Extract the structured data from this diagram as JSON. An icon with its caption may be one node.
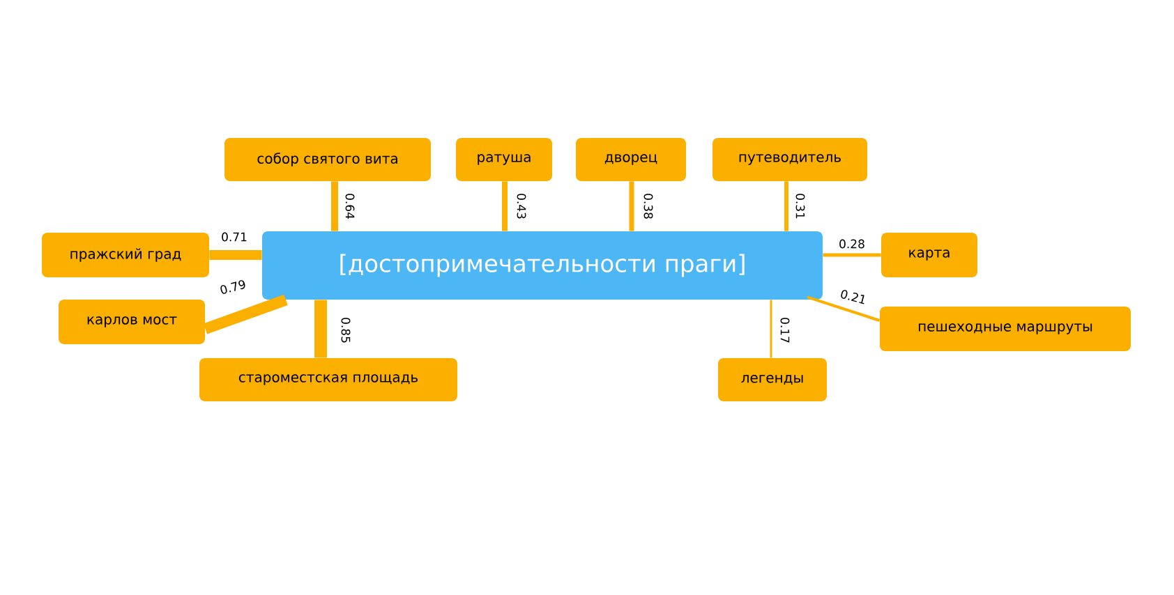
{
  "diagram": {
    "nodes": [
      {
        "text": [
          "[достопримечательности праги]"
        ]
      },
      {
        "text": [
          "собор святого вита"
        ]
      },
      {
        "text": [
          "ратуша"
        ]
      },
      {
        "text": [
          "дворец"
        ]
      },
      {
        "text": [
          "путеводитель"
        ]
      },
      {
        "text": [
          "пражский град"
        ]
      },
      {
        "text": [
          "карлов мост"
        ]
      },
      {
        "text": [
          "староместская площадь"
        ]
      },
      {
        "text": [
          "карта"
        ]
      },
      {
        "text": [
          "пешеходные маршруты"
        ]
      },
      {
        "text": [
          "легенды"
        ]
      }
    ],
    "edges": [
      {
        "from": 0,
        "to": 1,
        "arrow": "none",
        "label": "0.64"
      },
      {
        "from": 0,
        "to": 2,
        "arrow": "none",
        "label": "0.43"
      },
      {
        "from": 0,
        "to": 3,
        "arrow": "none",
        "label": "0.38"
      },
      {
        "from": 0,
        "to": 4,
        "arrow": "none",
        "label": "0.31"
      },
      {
        "from": 0,
        "to": 5,
        "arrow": "none",
        "label": "0.71",
        "style": "thick"
      },
      {
        "from": 0,
        "to": 6,
        "arrow": "none",
        "label": "0.79",
        "style": "thick"
      },
      {
        "from": 0,
        "to": 7,
        "arrow": "none",
        "label": "0.85",
        "style": "thick"
      },
      {
        "from": 0,
        "to": 8,
        "arrow": "none",
        "label": "0.28"
      },
      {
        "from": 0,
        "to": 9,
        "arrow": "none",
        "label": "0.21"
      },
      {
        "from": 0,
        "to": 10,
        "arrow": "none",
        "label": "0.17"
      }
    ]
  }
}
